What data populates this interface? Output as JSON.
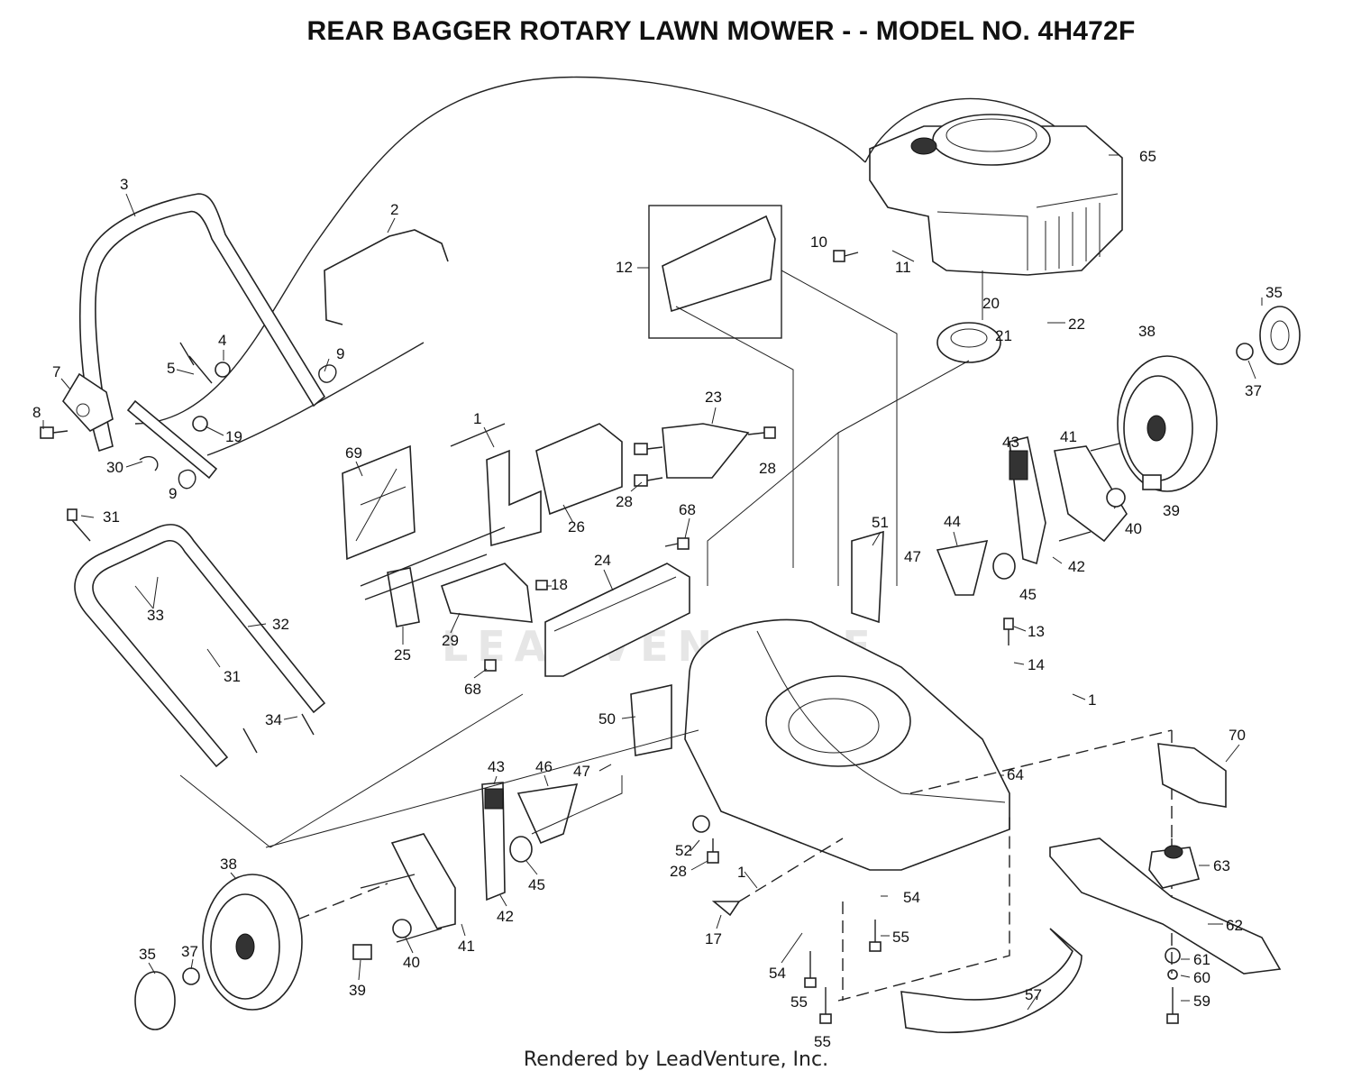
{
  "title": "REAR BAGGER ROTARY LAWN MOWER - - MODEL NO. 4H472F",
  "footer": "Rendered by LeadVenture, Inc.",
  "watermark": "LEADVENTURE",
  "callouts": [
    {
      "key": "c3",
      "text": "3"
    },
    {
      "key": "c2",
      "text": "2"
    },
    {
      "key": "c4",
      "text": "4"
    },
    {
      "key": "c5",
      "text": "5"
    },
    {
      "key": "c9a",
      "text": "9"
    },
    {
      "key": "c7",
      "text": "7"
    },
    {
      "key": "c8",
      "text": "8"
    },
    {
      "key": "c19",
      "text": "19"
    },
    {
      "key": "c30",
      "text": "30"
    },
    {
      "key": "c9b",
      "text": "9"
    },
    {
      "key": "c31a",
      "text": "31"
    },
    {
      "key": "c33",
      "text": "33"
    },
    {
      "key": "c32",
      "text": "32"
    },
    {
      "key": "c31b",
      "text": "31"
    },
    {
      "key": "c34",
      "text": "34"
    },
    {
      "key": "c12",
      "text": "12"
    },
    {
      "key": "c10",
      "text": "10"
    },
    {
      "key": "c11",
      "text": "11"
    },
    {
      "key": "c65",
      "text": "65"
    },
    {
      "key": "c20",
      "text": "20"
    },
    {
      "key": "c21",
      "text": "21"
    },
    {
      "key": "c22",
      "text": "22"
    },
    {
      "key": "c35a",
      "text": "35"
    },
    {
      "key": "c38a",
      "text": "38"
    },
    {
      "key": "c37a",
      "text": "37"
    },
    {
      "key": "c23",
      "text": "23"
    },
    {
      "key": "c28a",
      "text": "28"
    },
    {
      "key": "c28b",
      "text": "28"
    },
    {
      "key": "c1a",
      "text": "1"
    },
    {
      "key": "c26",
      "text": "26"
    },
    {
      "key": "c69",
      "text": "69"
    },
    {
      "key": "c68a",
      "text": "68"
    },
    {
      "key": "c24",
      "text": "24"
    },
    {
      "key": "c18",
      "text": "18"
    },
    {
      "key": "c29",
      "text": "29"
    },
    {
      "key": "c25",
      "text": "25"
    },
    {
      "key": "c68b",
      "text": "68"
    },
    {
      "key": "c43a",
      "text": "43"
    },
    {
      "key": "c41a",
      "text": "41"
    },
    {
      "key": "c39a",
      "text": "39"
    },
    {
      "key": "c40a",
      "text": "40"
    },
    {
      "key": "c42a",
      "text": "42"
    },
    {
      "key": "c45a",
      "text": "45"
    },
    {
      "key": "c44",
      "text": "44"
    },
    {
      "key": "c51",
      "text": "51"
    },
    {
      "key": "c47a",
      "text": "47"
    },
    {
      "key": "c13",
      "text": "13"
    },
    {
      "key": "c14",
      "text": "14"
    },
    {
      "key": "c1b",
      "text": "1"
    },
    {
      "key": "c50",
      "text": "50"
    },
    {
      "key": "c47b",
      "text": "47"
    },
    {
      "key": "c64",
      "text": "64"
    },
    {
      "key": "c70",
      "text": "70"
    },
    {
      "key": "c43b",
      "text": "43"
    },
    {
      "key": "c46",
      "text": "46"
    },
    {
      "key": "c45b",
      "text": "45"
    },
    {
      "key": "c42b",
      "text": "42"
    },
    {
      "key": "c41b",
      "text": "41"
    },
    {
      "key": "c52",
      "text": "52"
    },
    {
      "key": "c28c",
      "text": "28"
    },
    {
      "key": "c38b",
      "text": "38"
    },
    {
      "key": "c35b",
      "text": "35"
    },
    {
      "key": "c37b",
      "text": "37"
    },
    {
      "key": "c39b",
      "text": "39"
    },
    {
      "key": "c40b",
      "text": "40"
    },
    {
      "key": "c1c",
      "text": "1"
    },
    {
      "key": "c17",
      "text": "17"
    },
    {
      "key": "c54a",
      "text": "54"
    },
    {
      "key": "c55a",
      "text": "55"
    },
    {
      "key": "c54b",
      "text": "54"
    },
    {
      "key": "c55b",
      "text": "55"
    },
    {
      "key": "c55c",
      "text": "55"
    },
    {
      "key": "c57",
      "text": "57"
    },
    {
      "key": "c63",
      "text": "63"
    },
    {
      "key": "c62",
      "text": "62"
    },
    {
      "key": "c61",
      "text": "61"
    },
    {
      "key": "c60",
      "text": "60"
    },
    {
      "key": "c59",
      "text": "59"
    }
  ]
}
